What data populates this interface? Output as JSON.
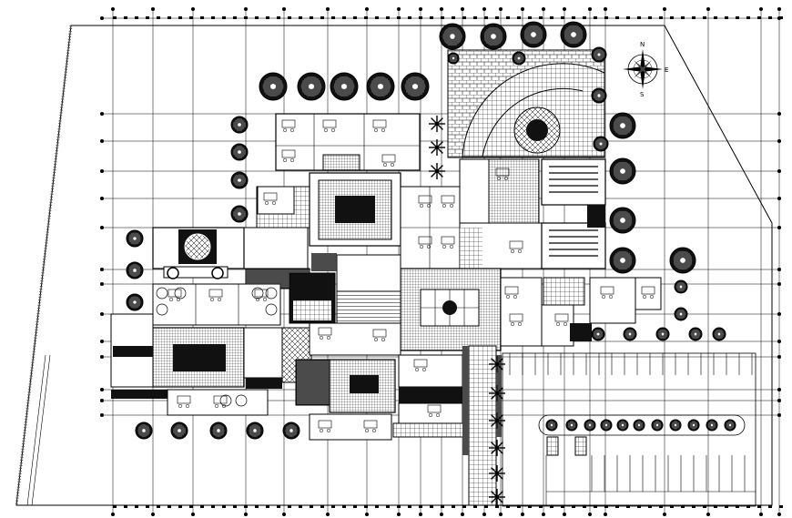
{
  "drawing": {
    "type": "architectural site plan",
    "line_color": "#000000",
    "background_color": "#ffffff"
  },
  "compass": {
    "icon": "north-arrow-compass-icon",
    "n_label": "N",
    "e_label": "E",
    "s_label": "S"
  },
  "grid": {
    "vertical_line_count": 22,
    "horizontal_line_count": 14
  },
  "trees": {
    "icon": "tree-icon"
  },
  "palms": {
    "icon": "palm-tree-icon"
  }
}
